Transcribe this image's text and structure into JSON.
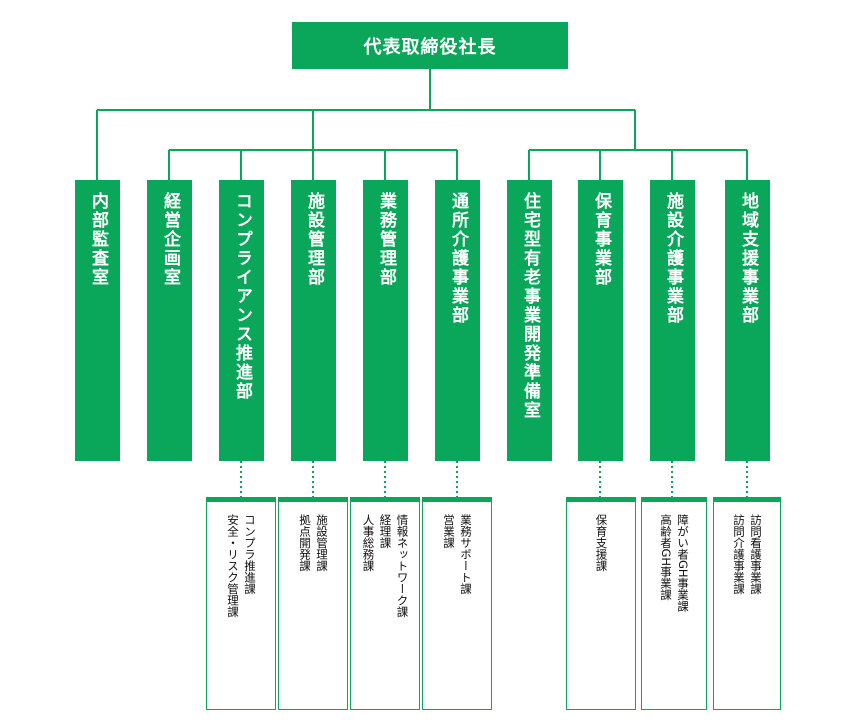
{
  "president": {
    "label": "代表取締役社長"
  },
  "colors": {
    "accent": "#0aa65a",
    "text_dark": "#111111"
  },
  "departments": [
    {
      "label": "内部監査室"
    },
    {
      "label": "経営企画室"
    },
    {
      "label": "コンプライアンス推進部"
    },
    {
      "label": "施設管理部"
    },
    {
      "label": "業務管理部"
    },
    {
      "label": "通所介護事業部"
    },
    {
      "label": "住宅型有老事業開発準備室"
    },
    {
      "label": "保育事業部"
    },
    {
      "label": "施設介護事業部"
    },
    {
      "label": "地域支援事業部"
    }
  ],
  "sections": [
    {
      "dept": "コンプライアンス推進部",
      "lines": [
        "コンプラ推進課",
        "安全・リスク管理課"
      ]
    },
    {
      "dept": "施設管理部",
      "lines": [
        "施設管理課",
        "拠点開発課"
      ]
    },
    {
      "dept": "業務管理部",
      "lines": [
        "情報ネットワーク課",
        "経理課",
        "人事総務課"
      ]
    },
    {
      "dept": "通所介護事業部",
      "lines": [
        "業務サポート課",
        "営業課"
      ]
    },
    {
      "dept": "保育事業部",
      "lines": [
        "保育支援課"
      ]
    },
    {
      "dept": "施設介護事業部",
      "lines": [
        "障がい者GH事業課",
        "高齢者GH事業課"
      ]
    },
    {
      "dept": "地域支援事業部",
      "lines": [
        "訪問看護事業課",
        "訪問介護事業課"
      ]
    }
  ]
}
